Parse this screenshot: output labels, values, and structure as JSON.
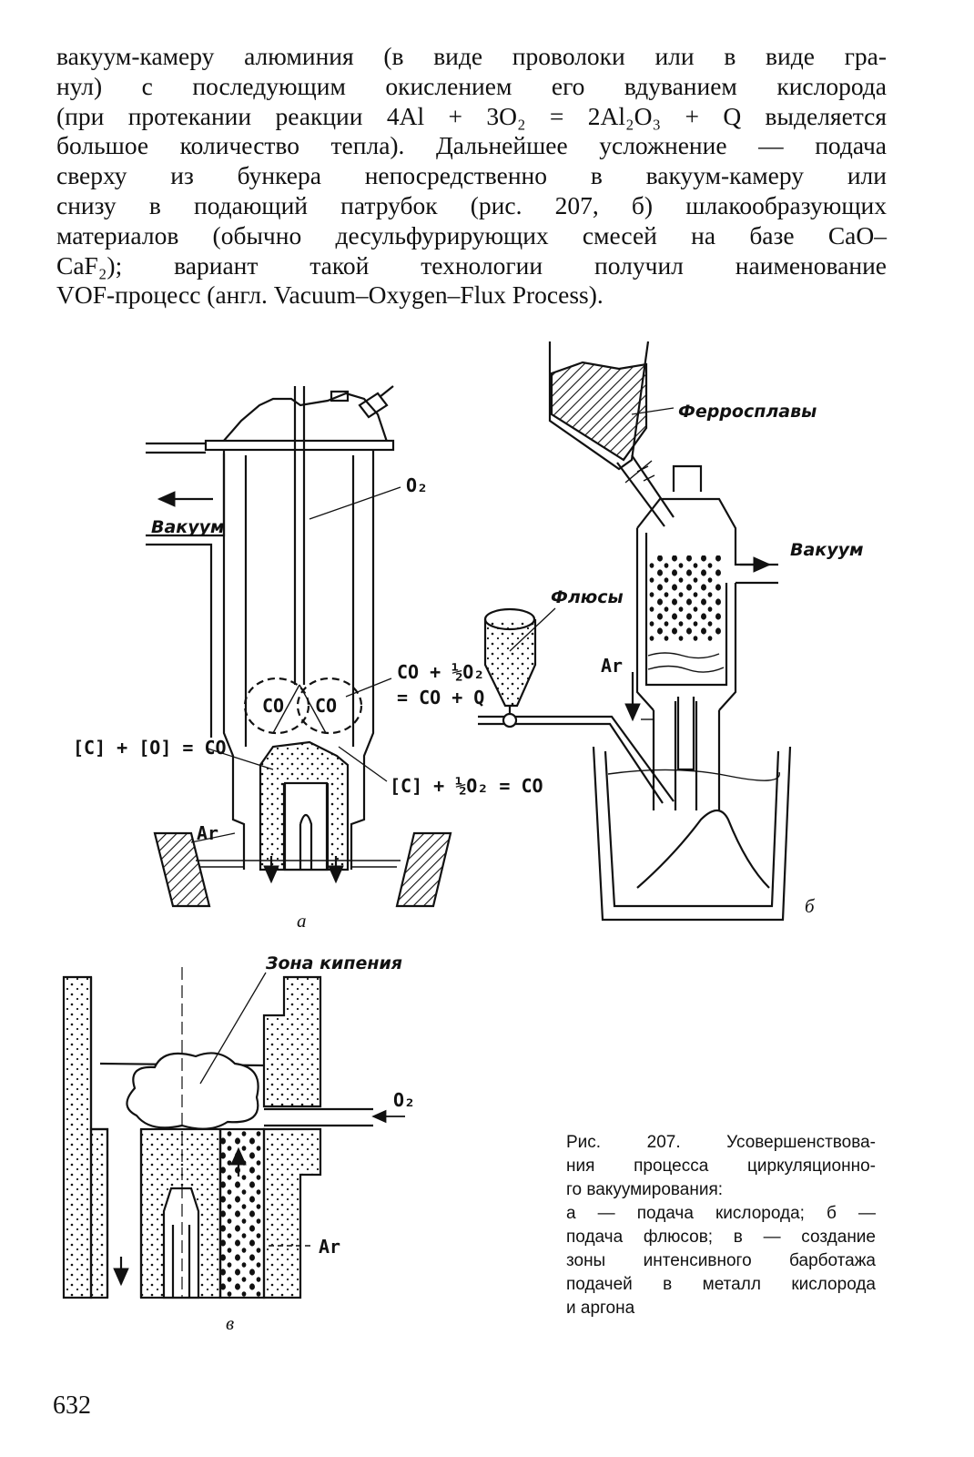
{
  "body_text": {
    "lines": [
      "вакуум-камеру алюминия (в виде проволоки или в виде гра-",
      "нул) с последующим окислением его вдуванием кислорода",
      "(при протекании реакции 4Al + 3O₂ = 2Al₂O₃ + Q выделяется",
      "большое количество тепла). Дальнейшее усложнение — подача",
      "сверху из бункера непосредственно в вакуум-камеру или",
      "снизу в подающий патрубок (рис. 207, б) шлакообразующих",
      "материалов (обычно десульфурирующих смесей на базе CaO–",
      "CaF₂); вариант такой технологии получил наименование",
      "VOF-процесс (англ. Vacuum–Oxygen–Flux Process)."
    ]
  },
  "figure": {
    "a": {
      "label_vacuum": "Вакуум",
      "label_o2": "O₂",
      "label_co_left": "CO",
      "label_co_right": "CO",
      "label_co_reaction_1": "CO + ½O₂",
      "label_co_reaction_2": "= CO + Q",
      "label_c_o": "[C] + [O] = CO",
      "label_c_half_o2": "[C] + ½O₂ = CO",
      "label_ar": "Ar",
      "sublabel": "а"
    },
    "b": {
      "label_ferroalloys": "Ферросплавы",
      "label_vacuum": "Вакуум",
      "label_fluxes": "Флюсы",
      "label_ar": "Ar",
      "sublabel": "б"
    },
    "v": {
      "label_boiling_zone": "Зона кипения",
      "label_o2": "O₂",
      "label_ar": "Ar",
      "sublabel": "в"
    }
  },
  "caption": {
    "lines": [
      "Рис. 207.   Усовершенствова-",
      "ния процесса циркуляционно-",
      "го вакуумирования:",
      "а — подача кислорода; б —",
      "подача флюсов; в — создание",
      "зоны интенсивного барботажа",
      "подачей в металл кислорода",
      "и аргона"
    ]
  },
  "page_number": "632"
}
